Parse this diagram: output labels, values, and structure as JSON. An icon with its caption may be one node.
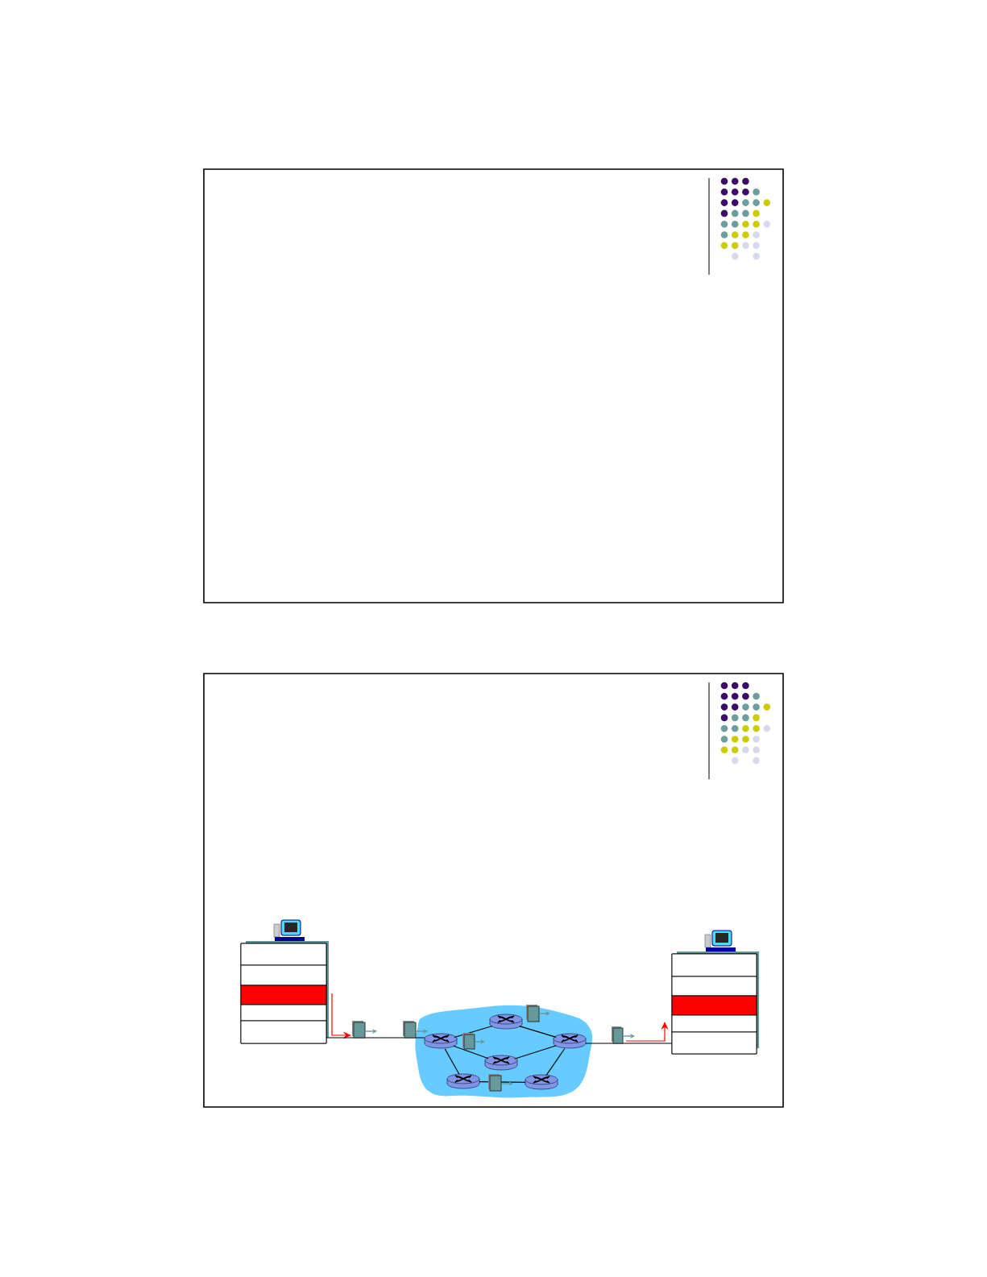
{
  "diagram": {
    "nodes": [
      {
        "text": [],
        "shape": "box"
      },
      {
        "text": [],
        "shape": "box",
        "in": 0
      },
      {
        "text": [],
        "shape": "box",
        "in": 0
      },
      {
        "text": [],
        "shape": "box",
        "in": 0
      },
      {
        "text": [],
        "shape": "box",
        "in": 0
      },
      {
        "text": [],
        "shape": "box",
        "in": 0
      },
      {
        "text": [],
        "shape": "box"
      },
      {
        "text": [],
        "shape": "box",
        "in": 6
      },
      {
        "text": [],
        "shape": "box",
        "in": 6
      },
      {
        "text": [],
        "shape": "box",
        "in": 6
      },
      {
        "text": [],
        "shape": "box",
        "in": 6
      },
      {
        "text": [],
        "shape": "box",
        "in": 6
      },
      {
        "text": [],
        "shape": "cloud"
      },
      {
        "text": [],
        "shape": "cylinder",
        "in": 12
      },
      {
        "text": [],
        "shape": "cylinder",
        "in": 12
      },
      {
        "text": [],
        "shape": "cylinder",
        "in": 12
      },
      {
        "text": [],
        "shape": "cylinder",
        "in": 12
      },
      {
        "text": [],
        "shape": "cylinder",
        "in": 12
      },
      {
        "text": [],
        "shape": "cylinder",
        "in": 12
      }
    ],
    "edges": [
      {
        "from": 3,
        "to": null,
        "arrow": "to",
        "color": "#ff0000"
      },
      {
        "from": 5,
        "to": 13,
        "arrow": "none"
      },
      {
        "from": 13,
        "to": 14,
        "arrow": "none"
      },
      {
        "from": 13,
        "to": 16,
        "arrow": "none"
      },
      {
        "from": 13,
        "to": 17,
        "arrow": "none"
      },
      {
        "from": 14,
        "to": 15,
        "arrow": "none"
      },
      {
        "from": 16,
        "to": 15,
        "arrow": "none"
      },
      {
        "from": 17,
        "to": 18,
        "arrow": "none"
      },
      {
        "from": 18,
        "to": 15,
        "arrow": "none"
      },
      {
        "from": 15,
        "to": 11,
        "arrow": "none"
      },
      {
        "from": null,
        "to": 9,
        "arrow": "to",
        "color": "#ff0000"
      }
    ]
  }
}
